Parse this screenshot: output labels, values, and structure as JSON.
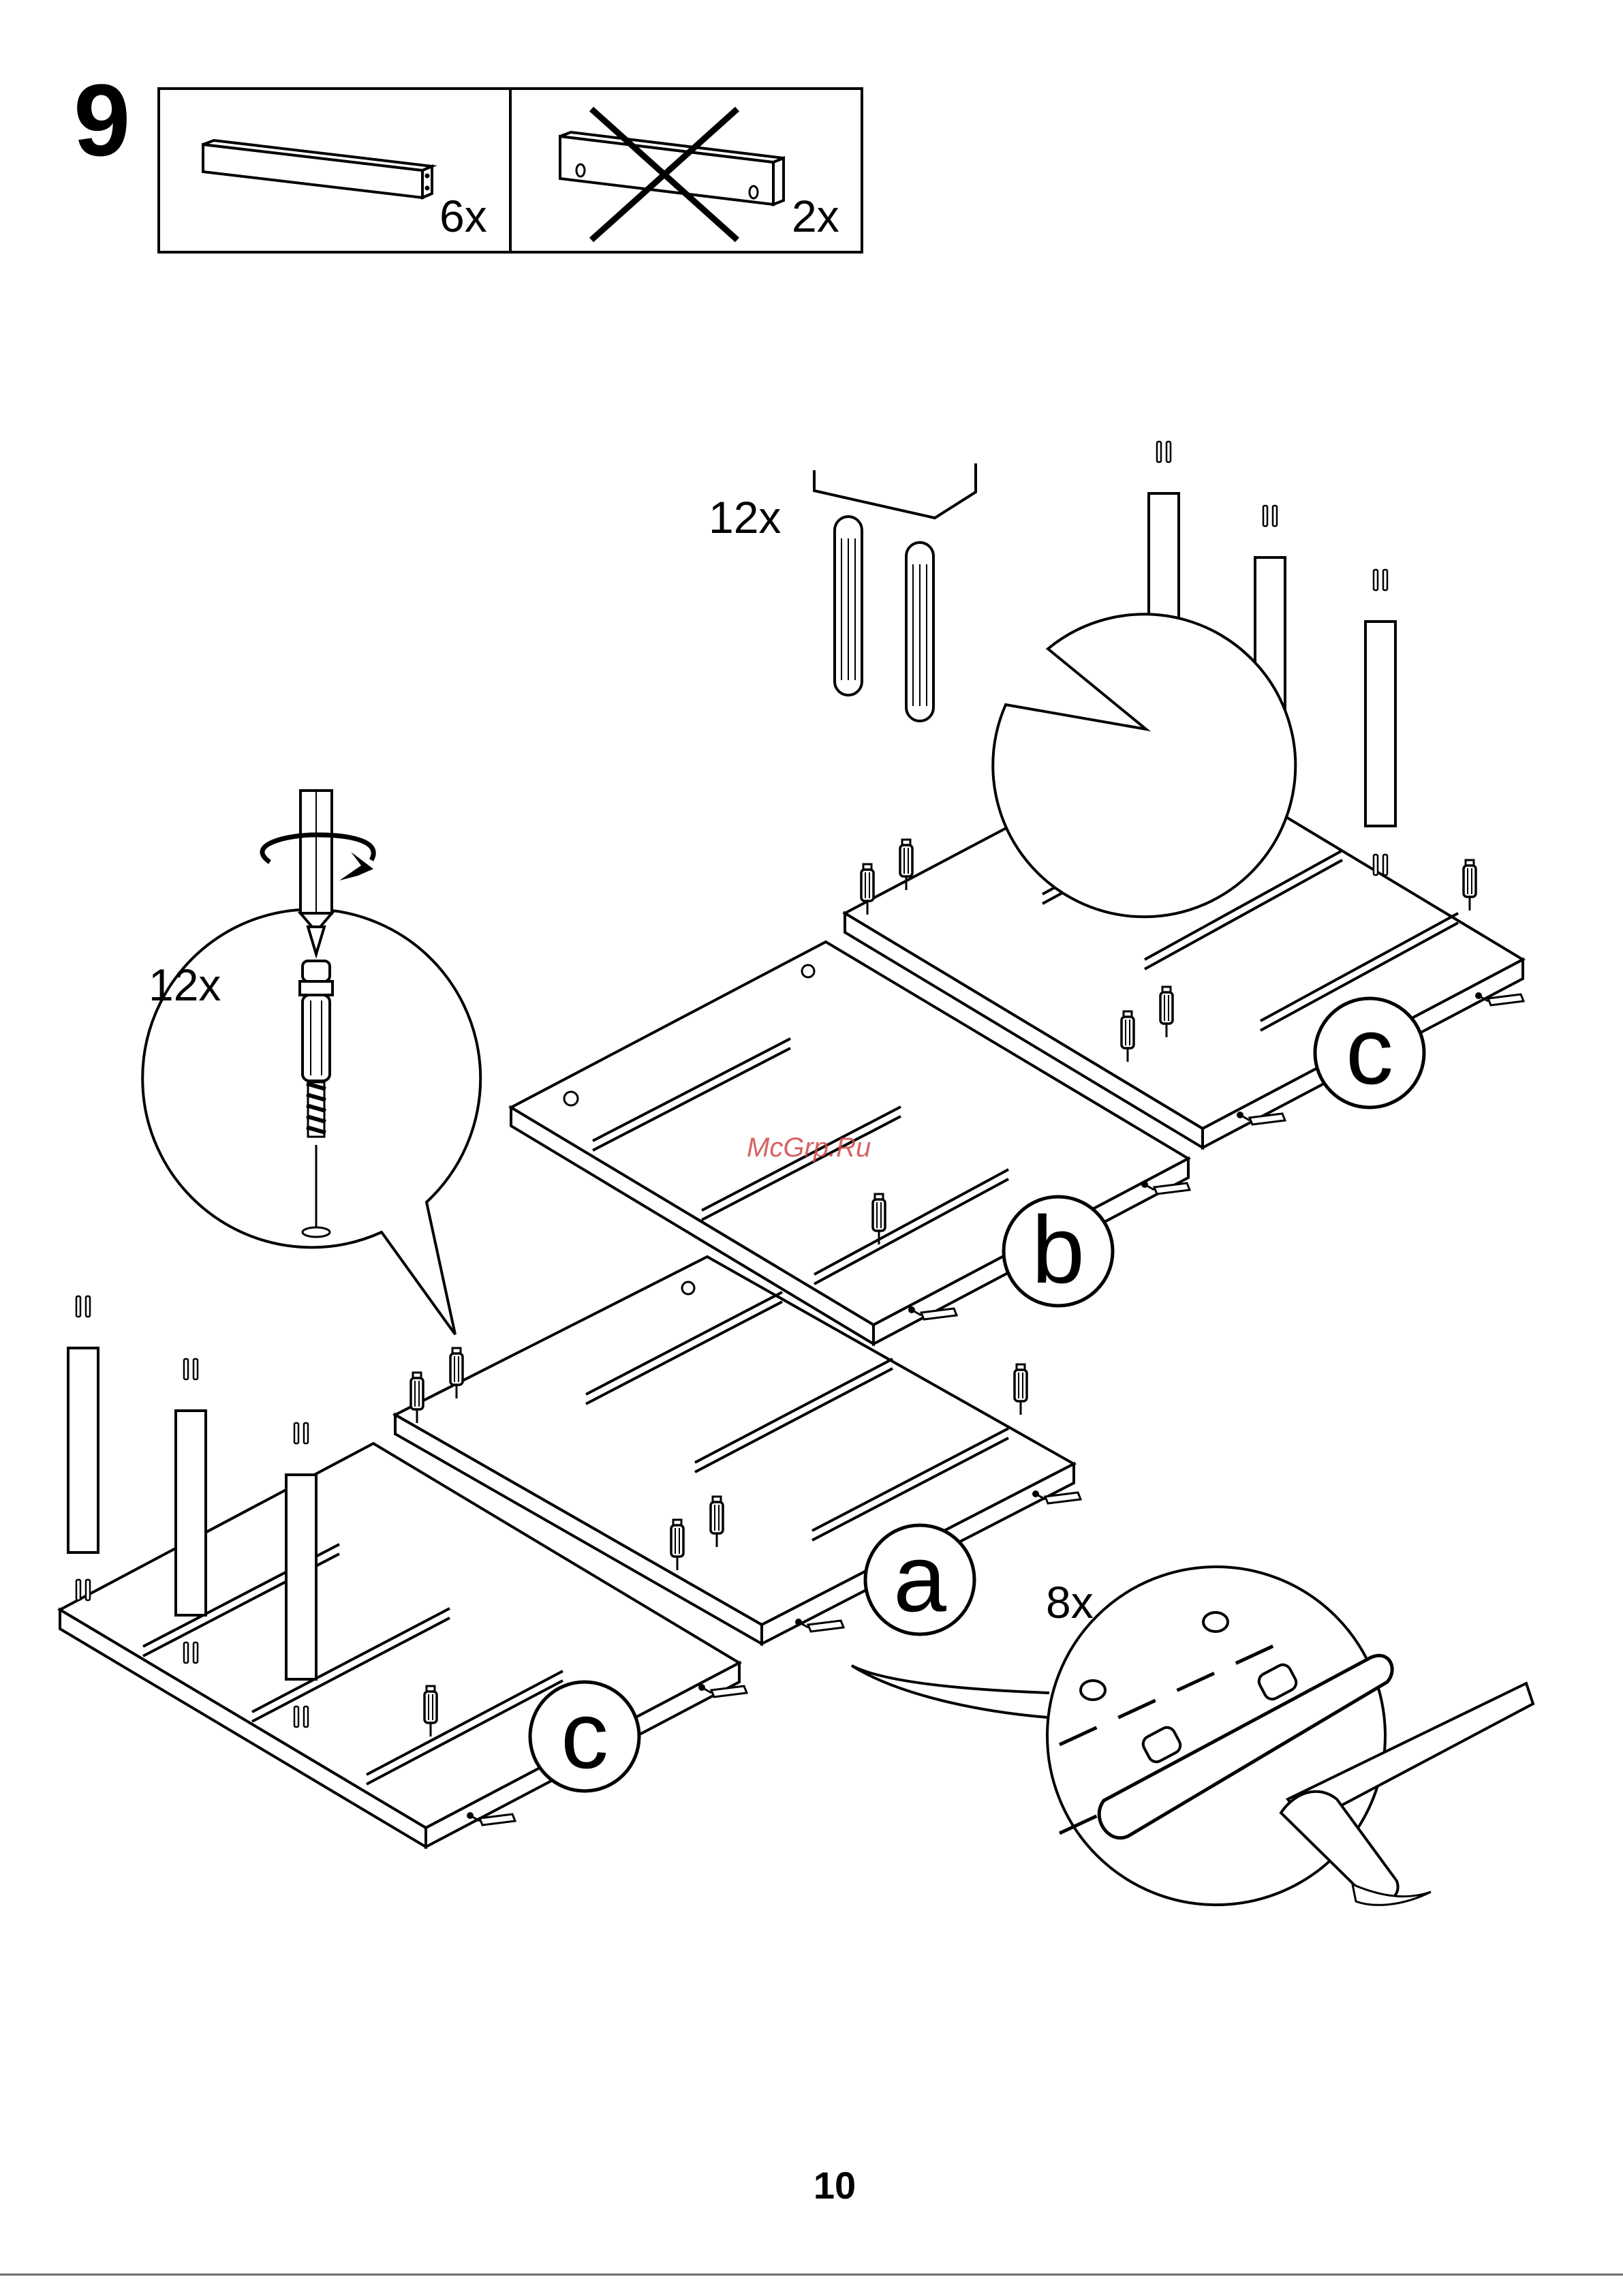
{
  "step": {
    "number": "9"
  },
  "parts_box": {
    "parts": [
      {
        "icon": "short-rail-icon",
        "quantity": "6x"
      },
      {
        "icon": "crossed-out-rail-icon",
        "quantity": "2x"
      }
    ]
  },
  "callouts": {
    "dowel_qty": "12x",
    "cam_bolt_qty": "12x",
    "foot_qty": "8x"
  },
  "panel_labels": {
    "top": "c",
    "middle_upper": "b",
    "middle_lower": "a",
    "bottom": "c"
  },
  "watermark": "McGrp.Ru",
  "page_number": "10"
}
